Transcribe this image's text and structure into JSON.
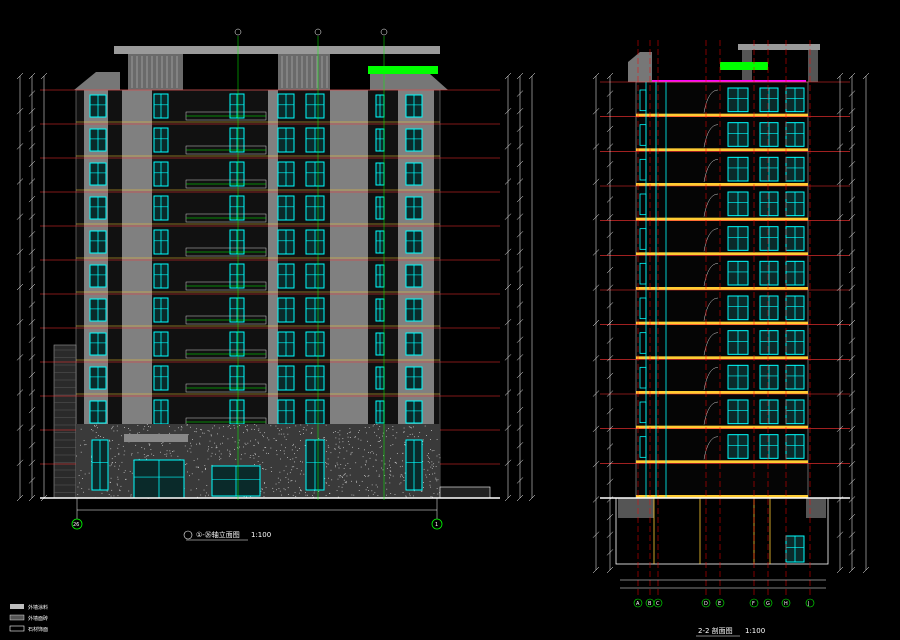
{
  "drawing": {
    "front_elevation": {
      "title_label": "①-㉖轴立面图",
      "scale": "1:100",
      "axis_start": "26",
      "axis_end": "1",
      "floors": 12
    },
    "section": {
      "title_label": "2-2 剖面图",
      "scale": "1:100",
      "axes": [
        "A",
        "B",
        "C",
        "D",
        "E",
        "F",
        "G",
        "H",
        "J"
      ],
      "floors": 12
    },
    "legend": {
      "items": [
        {
          "label": "外墙涂料",
          "swatch": "#bdbdbd"
        },
        {
          "label": "外墙面砖",
          "swatch": "#555555"
        },
        {
          "label": "石材饰面",
          "swatch": "#ffffff"
        }
      ]
    },
    "colors": {
      "background": "#000000",
      "window": "#00ffff",
      "wall": "#808080",
      "floor_line": "#ff3333",
      "slab": "#ffcc33",
      "dimension": "#ffffff",
      "roof_accent": "#00ff00",
      "axis_line": "#ff0000",
      "roof_parapet": "#ff00ff"
    }
  }
}
